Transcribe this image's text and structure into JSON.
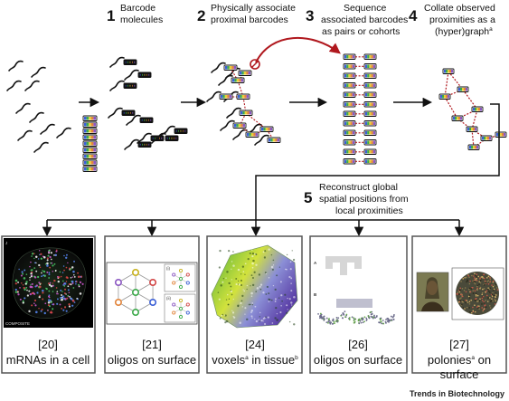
{
  "steps": [
    {
      "num": "1",
      "line1": "Barcode",
      "line2": "molecules"
    },
    {
      "num": "2",
      "line1": "Physically associate",
      "line2": "proximal barcodes"
    },
    {
      "num": "3",
      "line1": "Sequence",
      "line2": "associated barcodes",
      "line3": "as pairs or cohorts"
    },
    {
      "num": "4",
      "line1": "Collate observed",
      "line2": "proximities as a",
      "line3": "(hyper)graph",
      "sup": "a"
    },
    {
      "num": "5",
      "line1": "Reconstruct global",
      "line2": "spatial positions from",
      "line3": "local proximities"
    }
  ],
  "panels": [
    {
      "ref": "[20]",
      "caption": "mRNAs in a cell",
      "inset_label": "COMPOSITE",
      "corner_label": "J"
    },
    {
      "ref": "[21]",
      "caption": "oligos on surface",
      "inset_i": "(i)",
      "inset_ii": "(ii)"
    },
    {
      "ref": "[24]",
      "caption_a": "voxels",
      "sup_a": "a",
      "caption_b": " in tissue",
      "sup_b": "b"
    },
    {
      "ref": "[26]",
      "caption": "oligos on surface",
      "label_a": "A",
      "label_b": "B"
    },
    {
      "ref": "[27]",
      "caption_a": "polonies",
      "sup_a": "a",
      "caption_b": " on",
      "caption_line2": "surface"
    }
  ],
  "journal": "Trends in Biotechnology",
  "colors": {
    "barcode_blue": "#3b5fd6",
    "barcode_green": "#3caa4a",
    "barcode_yellow": "#e8cf35",
    "barcode_orange": "#e2843a",
    "barcode_purple": "#8b57c2",
    "association_red": "#b0181e",
    "panel_border": "#555555"
  }
}
